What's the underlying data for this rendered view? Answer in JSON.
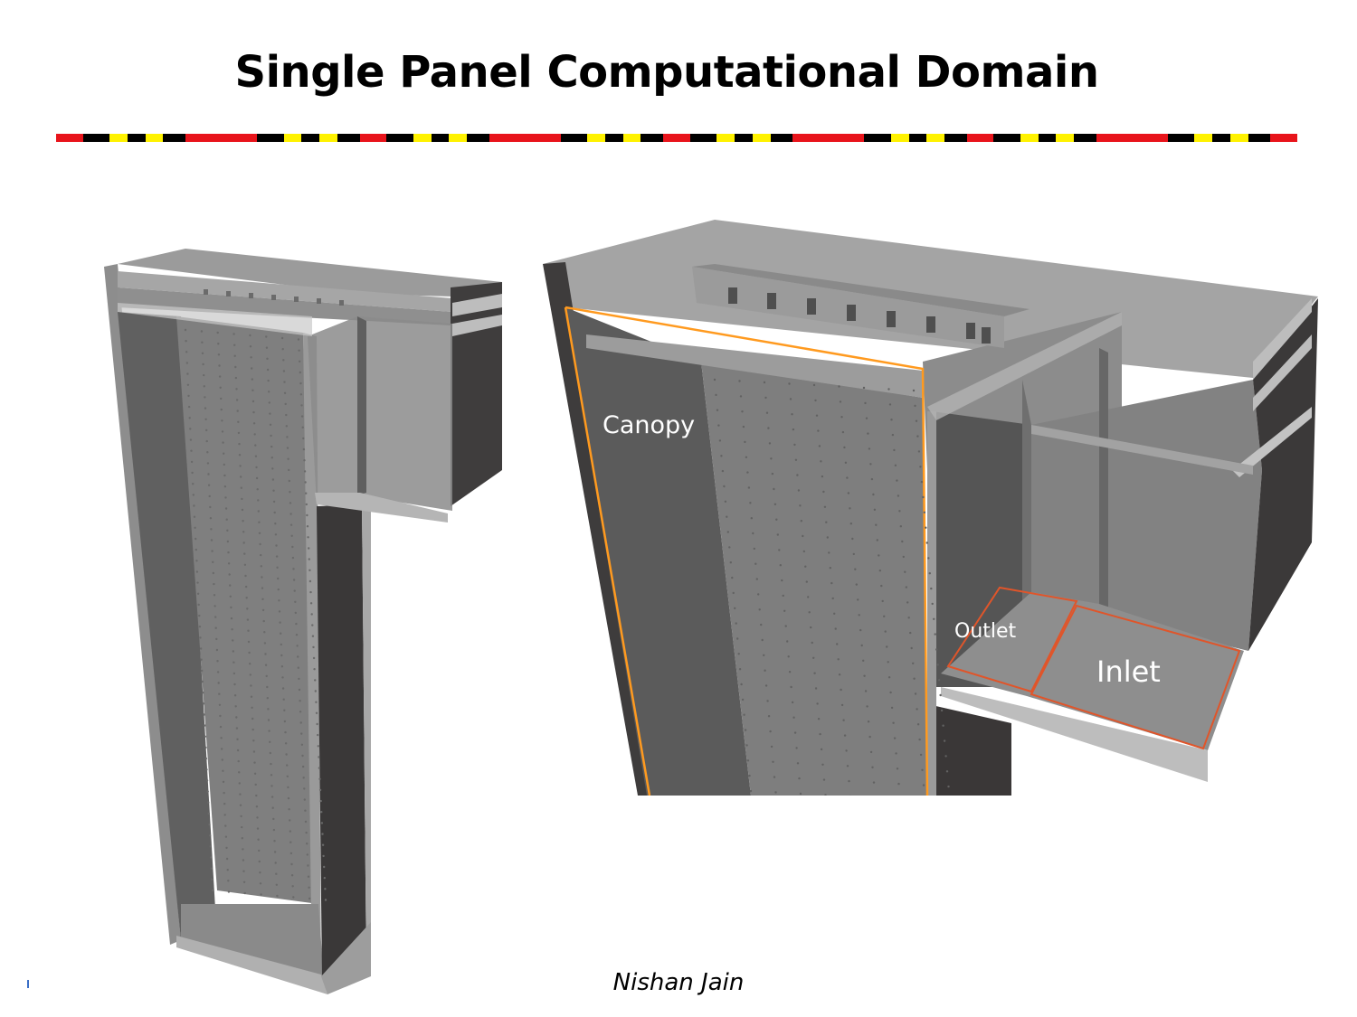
{
  "slide": {
    "title": "Single Panel Computational Domain",
    "author": "Nishan Jain"
  },
  "labels": {
    "canopy": "Canopy",
    "outlet": "Outlet",
    "inlet": "Inlet"
  },
  "colors": {
    "band_red": "#e8141b",
    "band_yellow": "#fff200",
    "band_black": "#000000",
    "boundary_orange": "#ff9a1f",
    "boundary_red": "#e0552a",
    "panel_gray": "#7a7a7a",
    "dark_wall": "#3a3a3a"
  }
}
